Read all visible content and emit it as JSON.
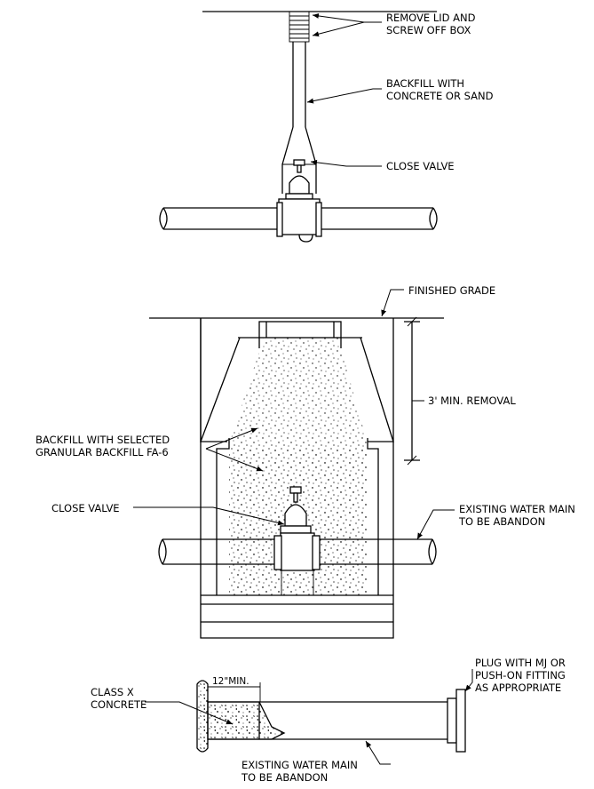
{
  "top_detail": {
    "remove_lid": [
      "REMOVE LID AND",
      "SCREW OFF BOX"
    ],
    "backfill": [
      "BACKFILL WITH",
      "CONCRETE OR SAND"
    ],
    "close_valve": "CLOSE VALVE"
  },
  "middle_detail": {
    "finished_grade": "FINISHED GRADE",
    "min_removal": "3' MIN. REMOVAL",
    "backfill": [
      "BACKFILL WITH SELECTED",
      "GRANULAR BACKFILL FA-6"
    ],
    "close_valve": "CLOSE VALVE",
    "existing_main": [
      "EXISTING WATER MAIN",
      "TO BE ABANDON"
    ]
  },
  "bottom_detail": {
    "plug": [
      "PLUG WITH MJ OR",
      "PUSH-ON FITTING",
      "AS APPROPRIATE"
    ],
    "class_x": [
      "CLASS X",
      "CONCRETE"
    ],
    "min_dim": "12\"MIN.",
    "existing_main": [
      "EXISTING WATER MAIN",
      "TO BE ABANDON"
    ]
  }
}
